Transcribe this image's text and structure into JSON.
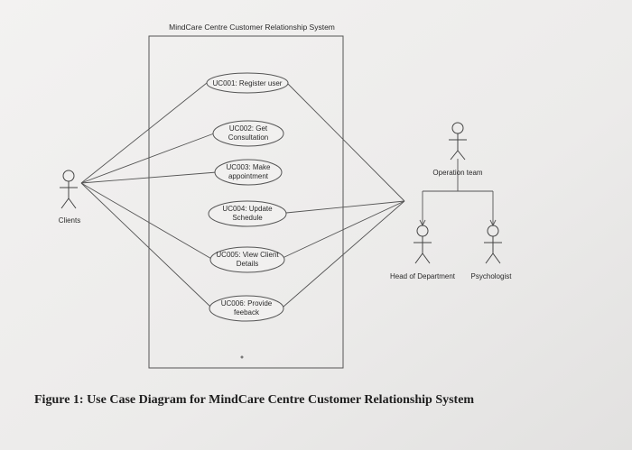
{
  "system_title": "MindCare Centre Customer Relationship System",
  "use_cases": [
    {
      "id": "uc001",
      "lines": [
        "UC001: Register user"
      ]
    },
    {
      "id": "uc002",
      "lines": [
        "UC002: Get",
        "Consultation"
      ]
    },
    {
      "id": "uc003",
      "lines": [
        "UC003: Make",
        "appointment"
      ]
    },
    {
      "id": "uc004",
      "lines": [
        "UC004: Update",
        "Schedule"
      ]
    },
    {
      "id": "uc005",
      "lines": [
        "UC005: View Client",
        "Details"
      ]
    },
    {
      "id": "uc006",
      "lines": [
        "UC006: Provide",
        "feeback"
      ]
    }
  ],
  "actors": {
    "clients": "Clients",
    "operation_team": "Operation team",
    "head_of_department": "Head of Department",
    "psychologist": "Psychologist"
  },
  "caption": "Figure 1: Use Case Diagram for MindCare Centre Customer Relationship System"
}
